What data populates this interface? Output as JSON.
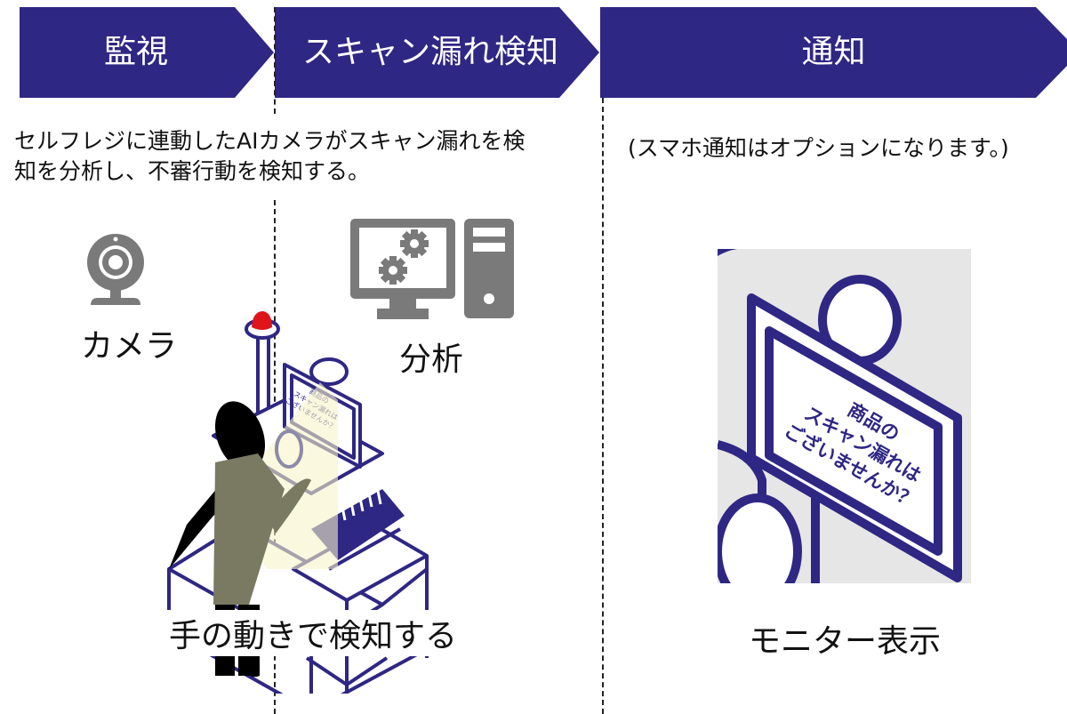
{
  "colors": {
    "banner": "#2e2783",
    "banner_text": "#ffffff",
    "icon_gray": "#7a7a7a",
    "outline": "#2e2783",
    "alert_light": "#e0141b",
    "monitor_bg": "#e6e6e6"
  },
  "steps": [
    {
      "label": "監視"
    },
    {
      "label": "スキャン漏れ検知"
    },
    {
      "label": "通知"
    }
  ],
  "descriptions": {
    "detection": [
      "セルフレジに連動したAIカメラがスキャン漏れを検",
      "知を分析し、不審行動を検知する。"
    ],
    "notification": "(スマホ通知はオプションになります。)"
  },
  "items": {
    "camera": {
      "icon": "webcam-icon",
      "label": "カメラ"
    },
    "analysis": {
      "icon": "computer-gears-icon",
      "label": "分析"
    },
    "kiosk": {
      "caption": "手の動きで検知する",
      "screen_text": [
        "商品の",
        "スキャン漏れは",
        "ございませんか？"
      ]
    },
    "monitor": {
      "caption": "モニター表示",
      "screen_text": [
        "商品の",
        "スキャン漏れは",
        "ございませんか？"
      ]
    }
  }
}
